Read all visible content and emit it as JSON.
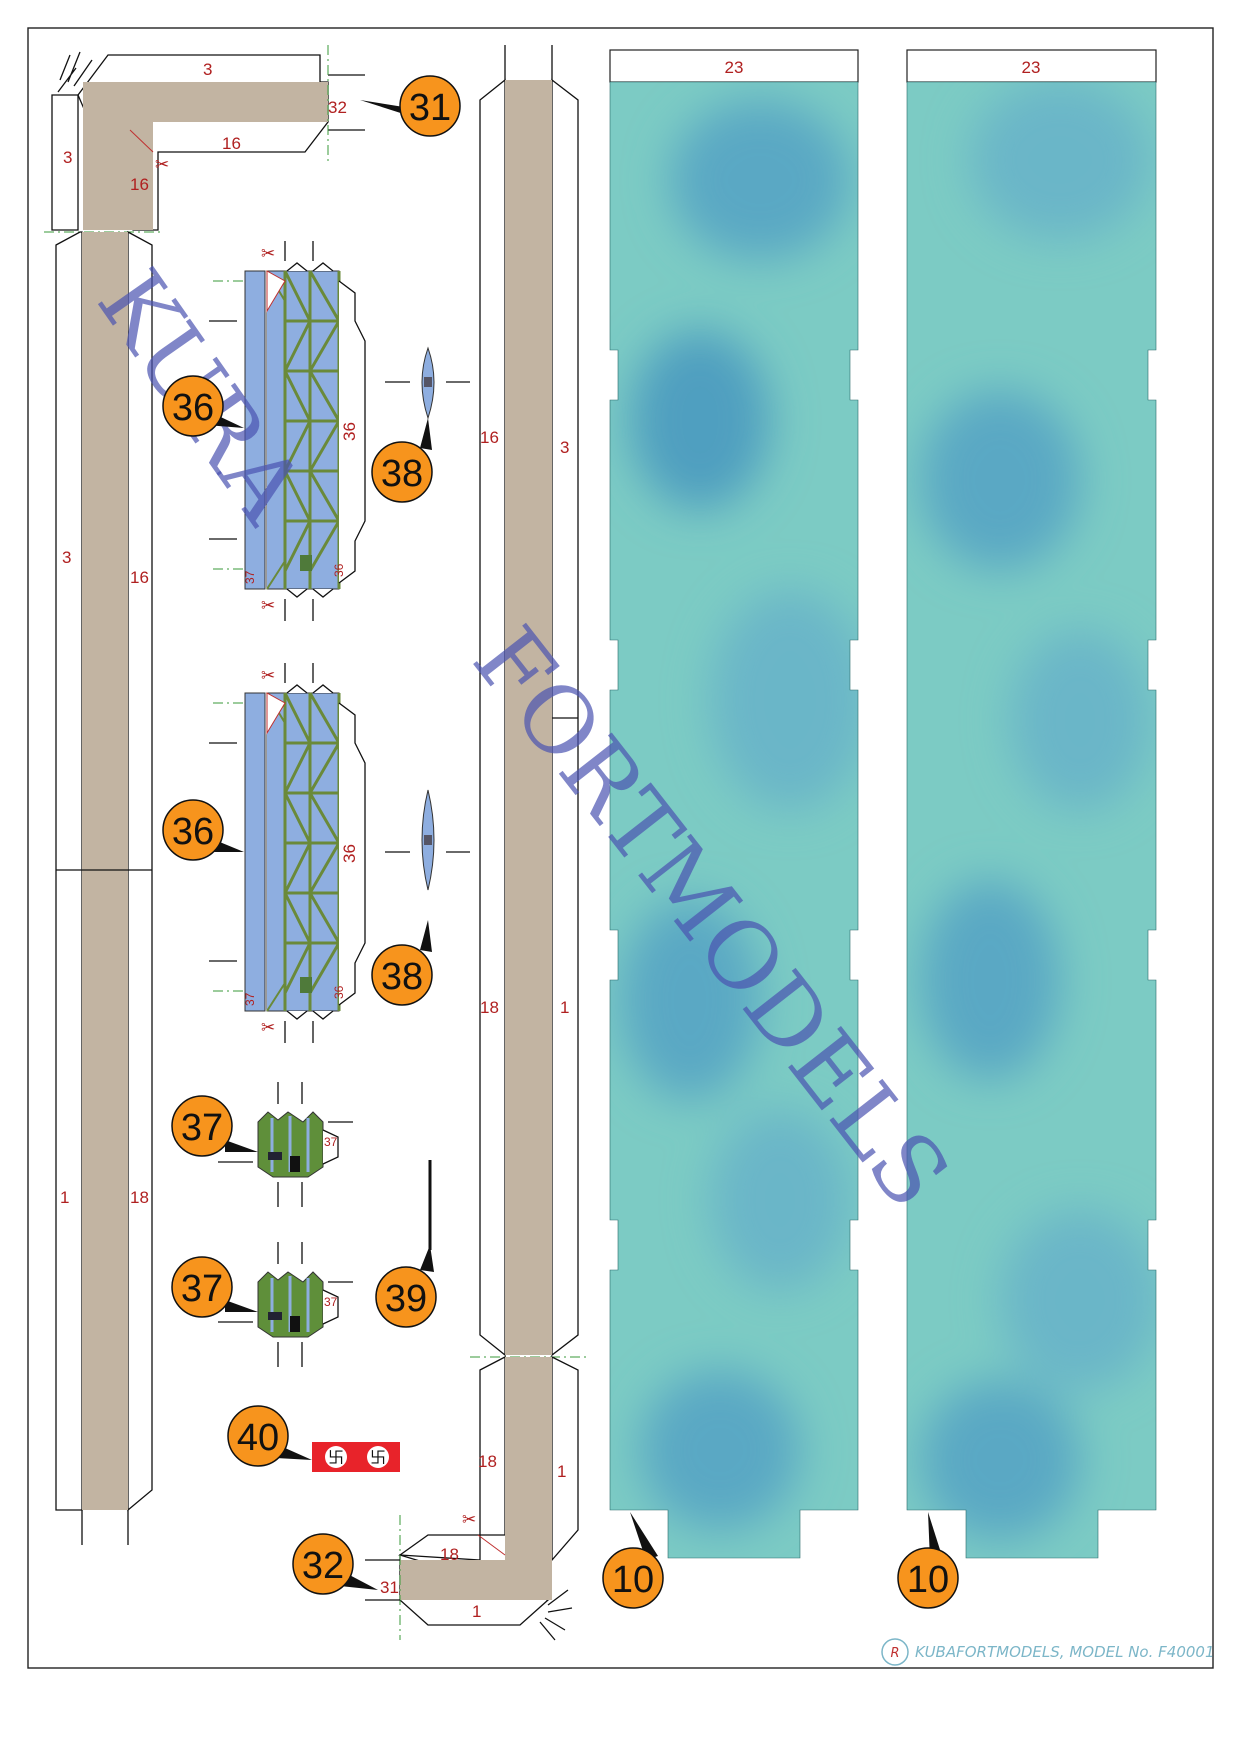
{
  "sheet": {
    "watermark_line1": "KURA",
    "watermark_line2": "FORTMODELS",
    "footer": "KUBAFORTMODELS, MODEL No. F40001",
    "footer_logo": "R"
  },
  "parts": {
    "p31": "31",
    "p32": "32",
    "p36a": "36",
    "p36b": "36",
    "p37a": "37",
    "p37b": "37",
    "p38a": "38",
    "p38b": "38",
    "p39": "39",
    "p40": "40",
    "p10a": "10",
    "p10b": "10"
  },
  "labels": {
    "l_tl_3_top": "3",
    "l_tl_32": "32",
    "l_tl_16_h": "16",
    "l_tl_3_side": "3",
    "l_tl_16_side": "16",
    "l_left_3": "3",
    "l_left_16": "16",
    "l_left_1": "1",
    "l_left_18": "18",
    "l_mid_16": "16",
    "l_mid_3": "3",
    "l_mid_18": "18",
    "l_mid_1": "1",
    "l_bot_18_v": "18",
    "l_bot_1_v": "1",
    "l_bot_18_h": "18",
    "l_bot_31": "31",
    "l_bot_1_h": "1",
    "l_p36a_side": "36",
    "l_p36b_side": "36",
    "l_p36a_tab": "36",
    "l_p36b_tab": "36",
    "l_p37_tab_a": "37",
    "l_p37_tab_b": "37",
    "l_p37_small_a": "37",
    "l_p37_small_b": "37",
    "l_panel_a": "23",
    "l_panel_b": "23"
  },
  "colors": {
    "strip": "#c2b4a2",
    "panel": "#7ccbc4",
    "panel_shade": "#5aa8c4",
    "wing": "#8eaee0",
    "wing_strut": "#6a8a3a",
    "badge": "#f7941d",
    "flag": "#e8232a",
    "label_red": "#b02020",
    "watermark": "#4a52b0"
  },
  "icons": [
    "scissors-icon",
    "swastika-icon",
    "registered-logo-icon"
  ]
}
